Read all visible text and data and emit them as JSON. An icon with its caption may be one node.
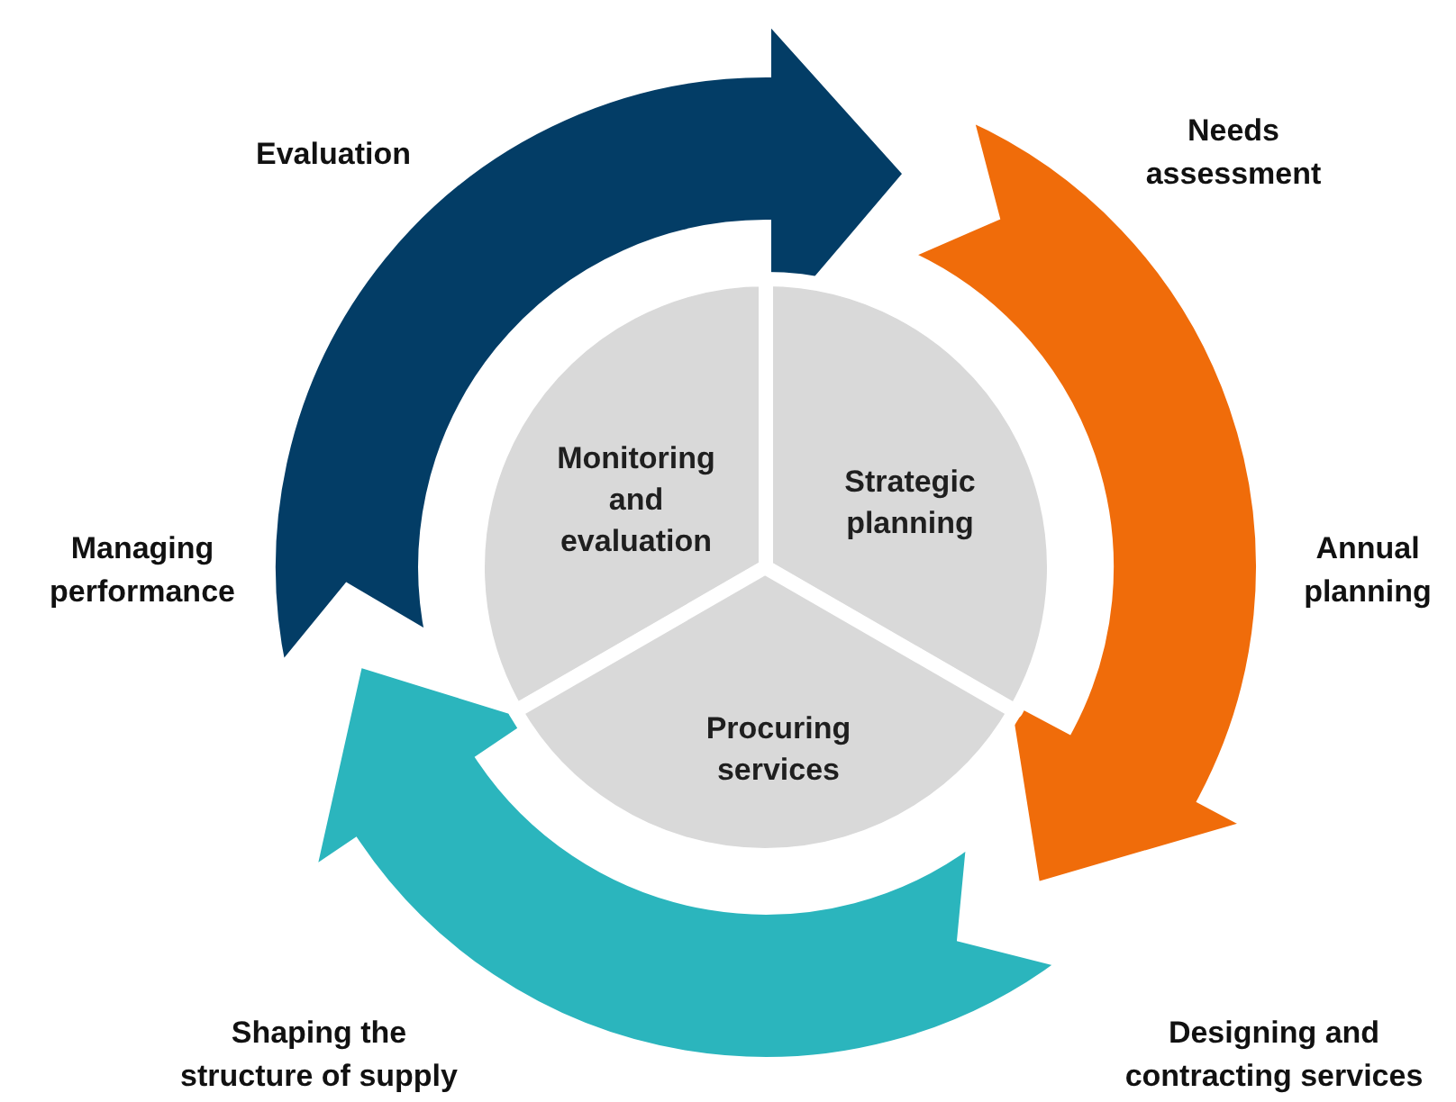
{
  "diagram": {
    "nodes": [
      {
        "text": [
          "Monitoring and evaluation"
        ]
      },
      {
        "text": [
          "Strategic planning"
        ]
      },
      {
        "text": [
          "Procuring services"
        ]
      }
    ],
    "labels": [
      "Evaluation",
      "Needs assessment",
      "Managing performance",
      "Annual planning",
      "Shaping the structure of supply",
      "Designing and contracting services"
    ]
  }
}
